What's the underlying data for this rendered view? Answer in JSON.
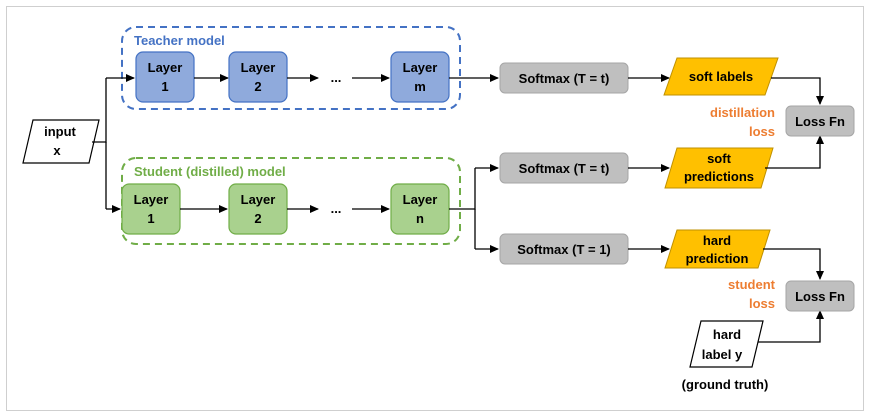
{
  "teacher": {
    "title": "Teacher model",
    "layers": [
      {
        "line1": "Layer",
        "line2": "1"
      },
      {
        "line1": "Layer",
        "line2": "2"
      },
      {
        "line1": "Layer",
        "line2": "m"
      }
    ],
    "ellipsis": "..."
  },
  "student": {
    "title": "Student (distilled) model",
    "layers": [
      {
        "line1": "Layer",
        "line2": "1"
      },
      {
        "line1": "Layer",
        "line2": "2"
      },
      {
        "line1": "Layer",
        "line2": "n"
      }
    ],
    "ellipsis": "..."
  },
  "input": {
    "line1": "input",
    "line2": "x"
  },
  "softmax": {
    "teacher": "Softmax (T = t)",
    "student_soft": "Softmax (T = t)",
    "student_hard": "Softmax (T = 1)"
  },
  "outputs": {
    "soft_labels": "soft labels",
    "soft_predictions": {
      "line1": "soft",
      "line2": "predictions"
    },
    "hard_prediction": {
      "line1": "hard",
      "line2": "prediction"
    }
  },
  "losses": {
    "distillation": {
      "line1": "distillation",
      "line2": "loss"
    },
    "student": {
      "line1": "student",
      "line2": "loss"
    },
    "loss_fn_top": "Loss Fn",
    "loss_fn_bottom": "Loss Fn"
  },
  "hard_label": {
    "line1": "hard",
    "line2": "label y",
    "caption": "(ground truth)"
  },
  "colors": {
    "teacher_fill": "#8faadc",
    "teacher_border": "#4472c4",
    "student_fill": "#a9d18e",
    "student_border": "#70ad47",
    "softmax_fill": "#bfbfbf",
    "label_fill": "#ffc000",
    "loss_text": "#ed7d31"
  }
}
